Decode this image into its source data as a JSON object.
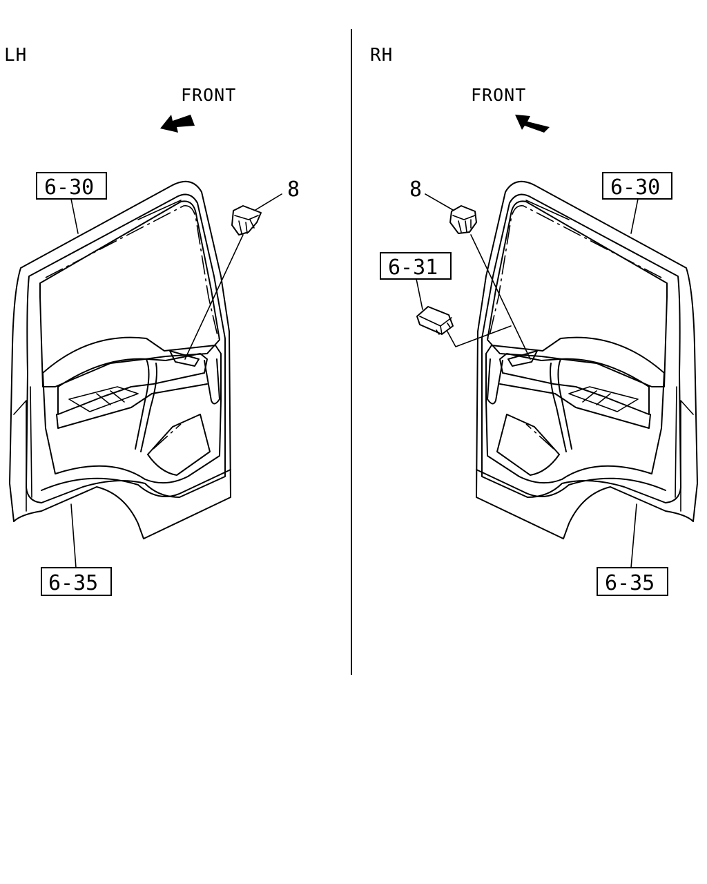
{
  "panels": {
    "left": {
      "side_label": "LH",
      "front_label": "FRONT",
      "ref_top": "6-30",
      "ref_bottom": "6-35",
      "part_number": "8"
    },
    "right": {
      "side_label": "RH",
      "front_label": "FRONT",
      "ref_top": "6-30",
      "ref_bottom": "6-35",
      "ref_mid": "6-31",
      "part_number": "8"
    }
  },
  "colors": {
    "line": "#000000",
    "background": "#ffffff"
  }
}
